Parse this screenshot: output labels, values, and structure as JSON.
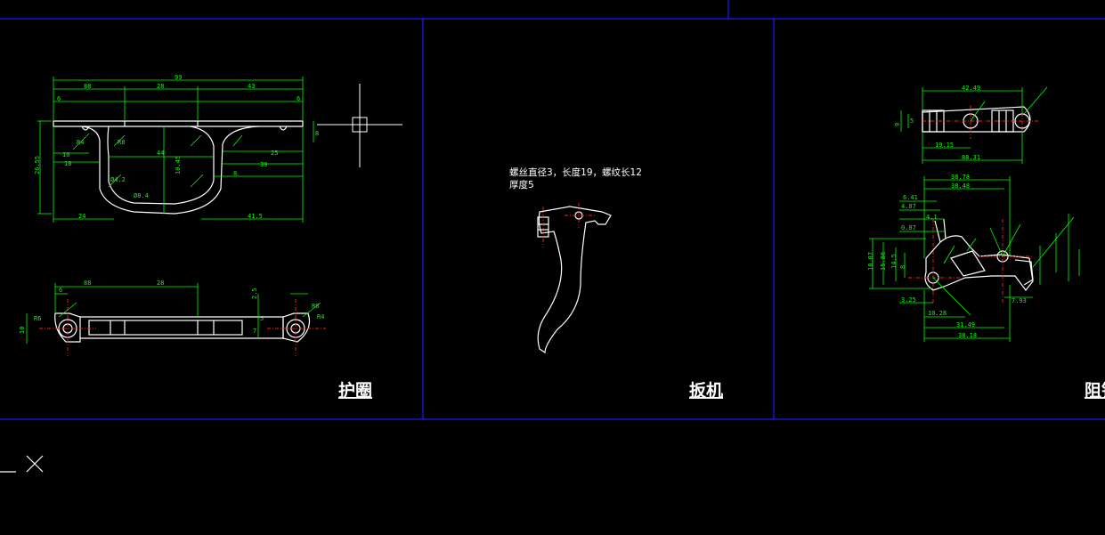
{
  "panels": [
    {
      "title": "护圈"
    },
    {
      "title": "扳机",
      "note_line1": "螺丝直径3，长度19，螺纹长12",
      "note_line2": "厚度5"
    },
    {
      "title": "阻铁"
    }
  ],
  "dims_huquan": [
    "99",
    "88",
    "28",
    "43",
    "6",
    "6",
    "18",
    "10",
    "44",
    "39",
    "25",
    "8",
    "24",
    "41.5",
    "26.55",
    "10.45",
    "R4",
    "R8",
    "Ø4.2",
    "Ø8.4",
    "8"
  ],
  "dims_huquan_lower": [
    "88",
    "28",
    "6",
    "2.5",
    "5",
    "7",
    "10",
    "R6",
    "R4",
    "R8"
  ],
  "dims_zutie_top": [
    "42.49",
    "9",
    "5",
    "19.15",
    "88.31"
  ],
  "dims_zutie": [
    "38.78",
    "38.48",
    "6.41",
    "4.87",
    "4.1",
    "0.87",
    "18.87",
    "15.86",
    "14.5",
    "8",
    "3.25",
    "10.28",
    "31.49",
    "38.18",
    "7.93"
  ],
  "colors": {
    "background": "#000000",
    "frame": "#1a1aff",
    "geometry": "#ffffff",
    "dimension": "#00ff00",
    "centerline": "#ff2020"
  },
  "icons": [
    "ucs-axis-icon",
    "crosshair-cursor-icon"
  ]
}
